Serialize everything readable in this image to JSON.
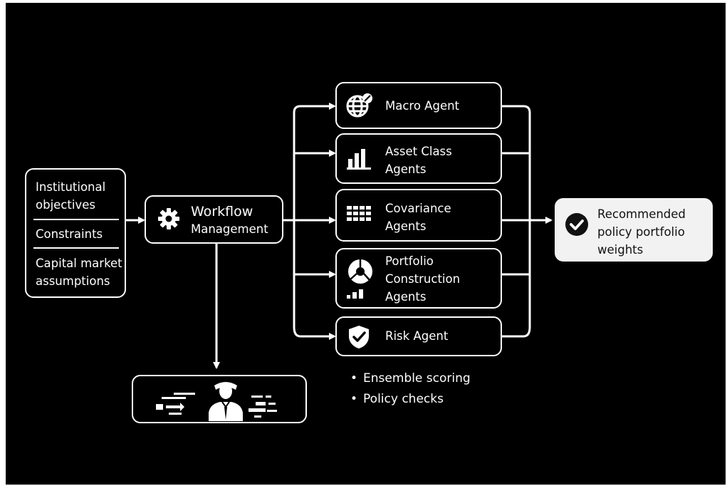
{
  "inputs": {
    "objectives_line1": "Institutional",
    "objectives_line2": "objectives",
    "constraints": "Constraints",
    "cma_line1": "Capital market",
    "cma_line2": "assumptions"
  },
  "workflow": {
    "line1": "Workflow",
    "line2": "Management",
    "icon": "gear-icon"
  },
  "agents": [
    {
      "lines": [
        "Macro Agent"
      ],
      "icon": "globe-icon"
    },
    {
      "lines": [
        "Asset Class",
        "Agents"
      ],
      "icon": "bar-chart-icon"
    },
    {
      "lines": [
        "Covariance",
        "Agents"
      ],
      "icon": "grid-matrix-icon"
    },
    {
      "lines": [
        "Portfolio",
        "Construction",
        "Agents"
      ],
      "icon": "pie-chart-icon"
    },
    {
      "lines": [
        "Risk Agent"
      ],
      "icon": "shield-check-icon"
    }
  ],
  "output": {
    "line1": "Recommended",
    "line2": "policy portfolio",
    "line3": "weights",
    "icon": "check-circle-icon"
  },
  "bullets": [
    "Ensemble scoring",
    "Policy checks"
  ],
  "human_review": {
    "icon": "person-with-data-icon"
  },
  "colors": {
    "background": "#000000",
    "line": "#ffffff",
    "output_fill": "#f2f2f2",
    "output_text": "#111111"
  }
}
